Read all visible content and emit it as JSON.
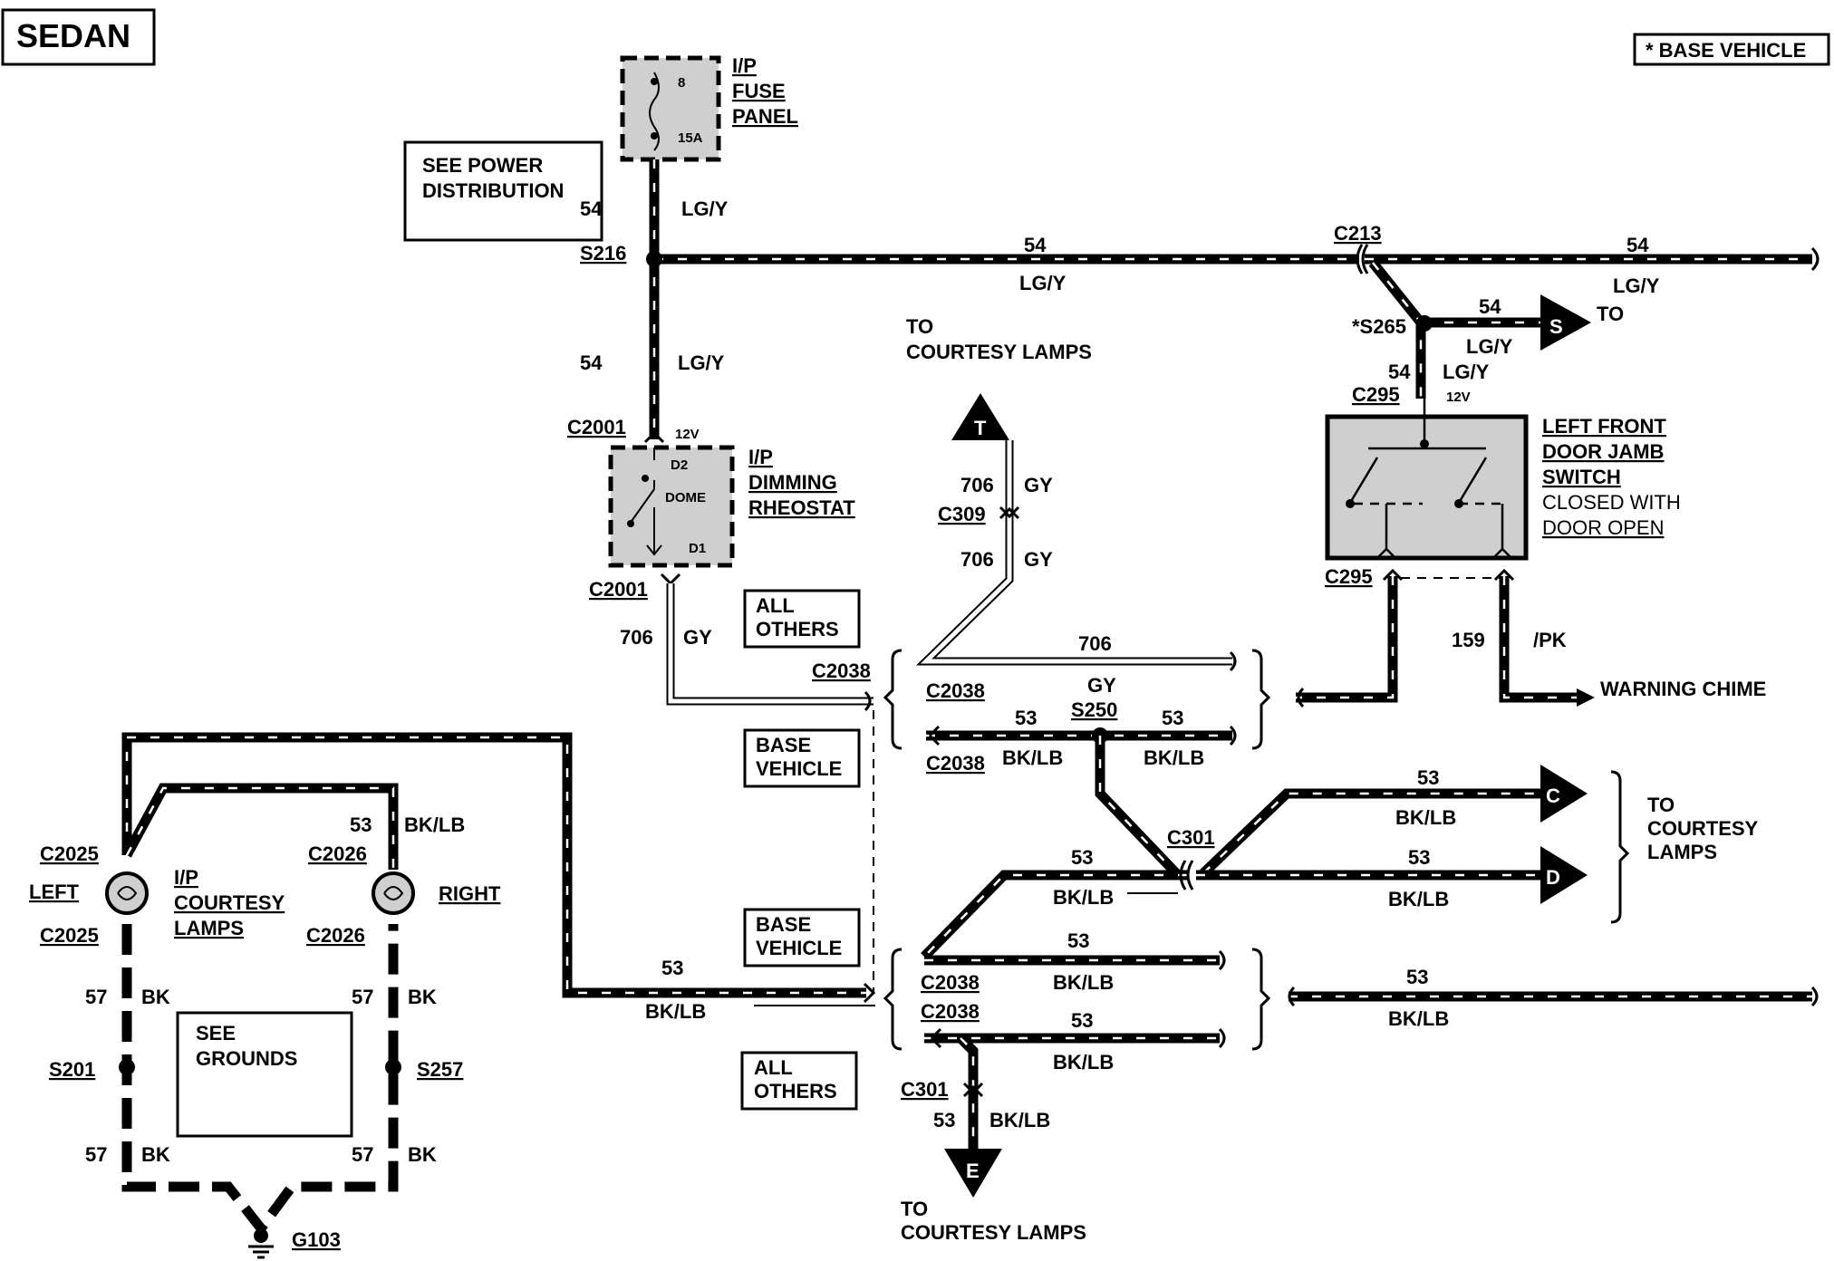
{
  "title": "SEDAN",
  "note": "* BASE VEHICLE",
  "fuse_panel": {
    "line1": "I/P",
    "line2": "FUSE",
    "line3": "PANEL",
    "fuse_number": "8",
    "fuse_rating": "15A"
  },
  "see_power": {
    "line1": "SEE POWER",
    "line2": "DISTRIBUTION"
  },
  "see_grounds": {
    "line1": "SEE",
    "line2": "GROUNDS"
  },
  "dimming_rheostat": {
    "line1": "I/P",
    "line2": "DIMMING",
    "line3": "RHEOSTAT",
    "pin_d2": "D2",
    "pin_dome": "DOME",
    "pin_d1": "D1"
  },
  "door_jamb_switch": {
    "line1": "LEFT FRONT",
    "line2": "DOOR JAMB",
    "line3": "SWITCH",
    "line4": "CLOSED WITH",
    "line5": "DOOR OPEN"
  },
  "courtesy_lamps": {
    "left": "LEFT",
    "right": "RIGHT",
    "line1": "I/P",
    "line2": "COURTESY",
    "line3": "LAMPS"
  },
  "labels": {
    "all_others_1": "ALL",
    "all_others_2": "OTHERS",
    "base_vehicle_1": "BASE",
    "base_vehicle_2": "VEHICLE",
    "to": "TO",
    "courtesy_lamps": "COURTESY LAMPS",
    "courtesy": "COURTESY",
    "lamps": "LAMPS",
    "warning_chime": "WARNING CHIME",
    "v12": "12V"
  },
  "connectors": {
    "s216": "S216",
    "c213": "C213",
    "s265": "*S265",
    "c295": "C295",
    "c2001": "C2001",
    "c309": "C309",
    "c2038": "C2038",
    "s250": "S250",
    "c301": "C301",
    "c2025": "C2025",
    "c2026": "C2026",
    "s201": "S201",
    "s257": "S257",
    "g103": "G103"
  },
  "wires": {
    "c54": "54",
    "lgy": "LG/Y",
    "c706": "706",
    "gy": "GY",
    "c53": "53",
    "bklb": "BK/LB",
    "c57": "57",
    "bk": "BK",
    "c159": "159",
    "pk": "/PK"
  },
  "arrows": {
    "s": "S",
    "t": "T",
    "c": "C",
    "d": "D",
    "e": "E"
  }
}
